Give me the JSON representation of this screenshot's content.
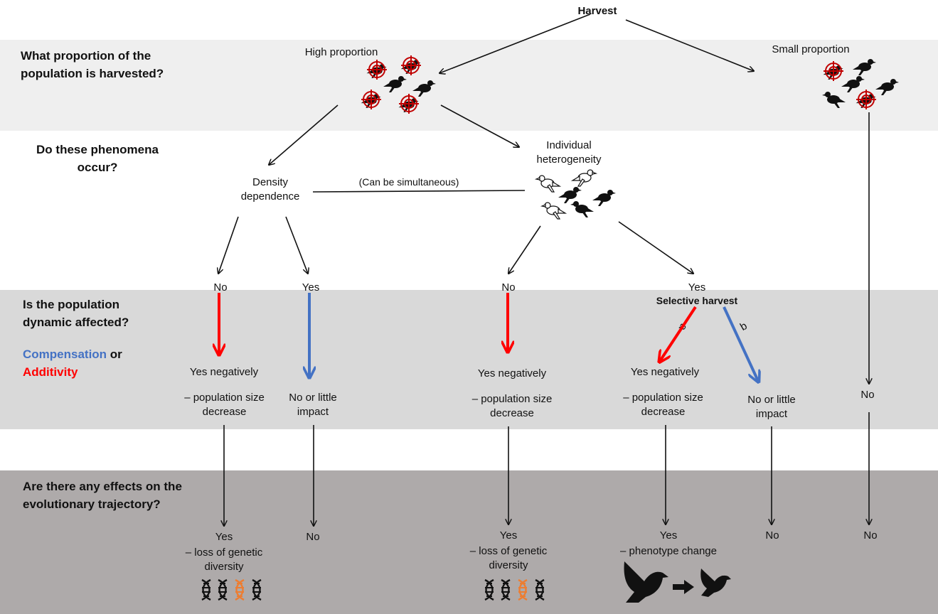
{
  "questions": {
    "q1": "What proportion of the population is harvested?",
    "q2": "Do these phenomena occur?",
    "q3": "Is the population dynamic affected?",
    "q4": "Are there any effects on the evolutionary trajectory?"
  },
  "legend": {
    "compensation": "Compensation",
    "or": "or",
    "additivity": "Additivity"
  },
  "nodes": {
    "harvest": "Harvest",
    "high_proportion": "High proportion",
    "small_proportion": "Small proportion",
    "density_dependence": "Density dependence",
    "individual_heterogeneity": "Individual heterogeneity",
    "can_be_simultaneous": "(Can be simultaneous)",
    "dd_no": "No",
    "dd_yes": "Yes",
    "ih_no": "No",
    "ih_yes": "Yes",
    "selective_harvest": "Selective harvest",
    "path_a": "a",
    "path_b": "b",
    "yes_negatively": "Yes negatively",
    "pop_size_decrease": "– population size decrease",
    "no_little_impact": "No or little impact",
    "small_no": "No",
    "evo_yes": "Yes",
    "loss_genetic_diversity": "– loss of genetic diversity",
    "phenotype_change": "– phenotype change",
    "evo_no": "No"
  },
  "colors": {
    "band_light": "#efefef",
    "band_mid": "#d9d9d9",
    "band_dark": "#aeaaaa",
    "compensation": "#4472c4",
    "additivity": "#ff0000",
    "dna_highlight": "#ed7d31",
    "target": "#c00000"
  },
  "icons": [
    "target-bird-icon",
    "bird-icon",
    "white-bird-icon",
    "dna-icon",
    "dove-icon",
    "right-arrow-icon"
  ]
}
